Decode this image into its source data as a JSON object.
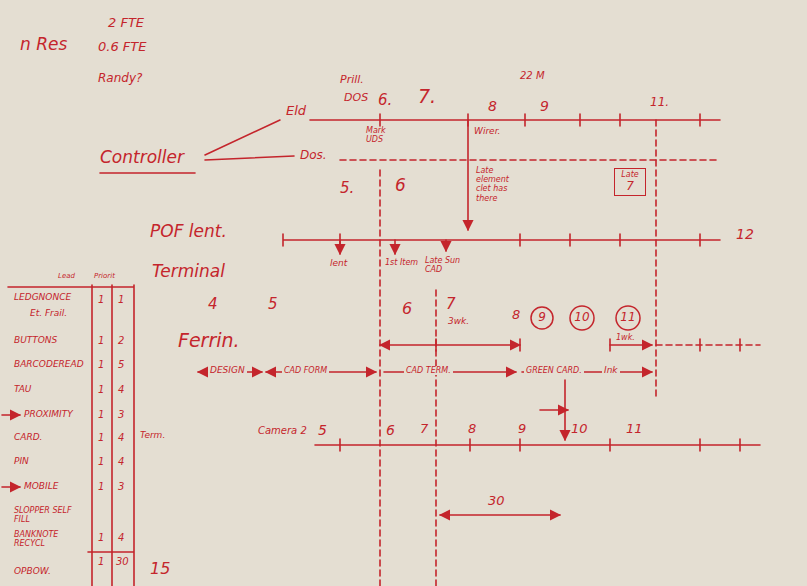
{
  "diagram": {
    "nodes": [
      {
        "text": [
          "Late",
          "7"
        ]
      },
      {
        "text": [
          "9"
        ]
      },
      {
        "text": [
          "10"
        ]
      },
      {
        "text": [
          "11"
        ]
      }
    ],
    "labels": [
      "n Res",
      "2 FTE",
      "0.6 FTE",
      "Randy?",
      "Controller",
      "Eld",
      "Dos.",
      "Prill.",
      "DOS",
      "6.",
      "7.",
      "8",
      "22 M",
      "9",
      "11.",
      "Mark UDS",
      "Wirer.",
      "Late element clet has there",
      "5.",
      "6",
      "POF lent.",
      "12",
      "lent",
      "1st Item",
      "Late Sun CAD",
      "Terminal",
      "Lead",
      "Priorit",
      "LEDGNONCE",
      "Et. Frail.",
      "BUTTONS",
      "BARCODEREAD",
      "TAU",
      "PROXIMITY",
      "CARD.",
      "PIN",
      "MOBILE",
      "SLOPPER SELF FILL",
      "BANKNOTE RECYCL",
      "OPBOW.",
      "1",
      "1",
      "1",
      "2",
      "1",
      "5",
      "1",
      "4",
      "1",
      "3",
      "1",
      "4",
      "1",
      "4",
      "1",
      "3",
      "1",
      "4",
      "1",
      "30",
      "15",
      "Term.",
      "4",
      "5",
      "6",
      "7",
      "3wk.",
      "8",
      "Ferrin.",
      "DESIGN",
      "CAD FORM",
      "CAD TERM.",
      "GREEN CARD.",
      "Ink",
      "Camera 2",
      "5",
      "6",
      "7",
      "8",
      "9",
      "10",
      "11",
      "30",
      "1wk."
    ]
  }
}
